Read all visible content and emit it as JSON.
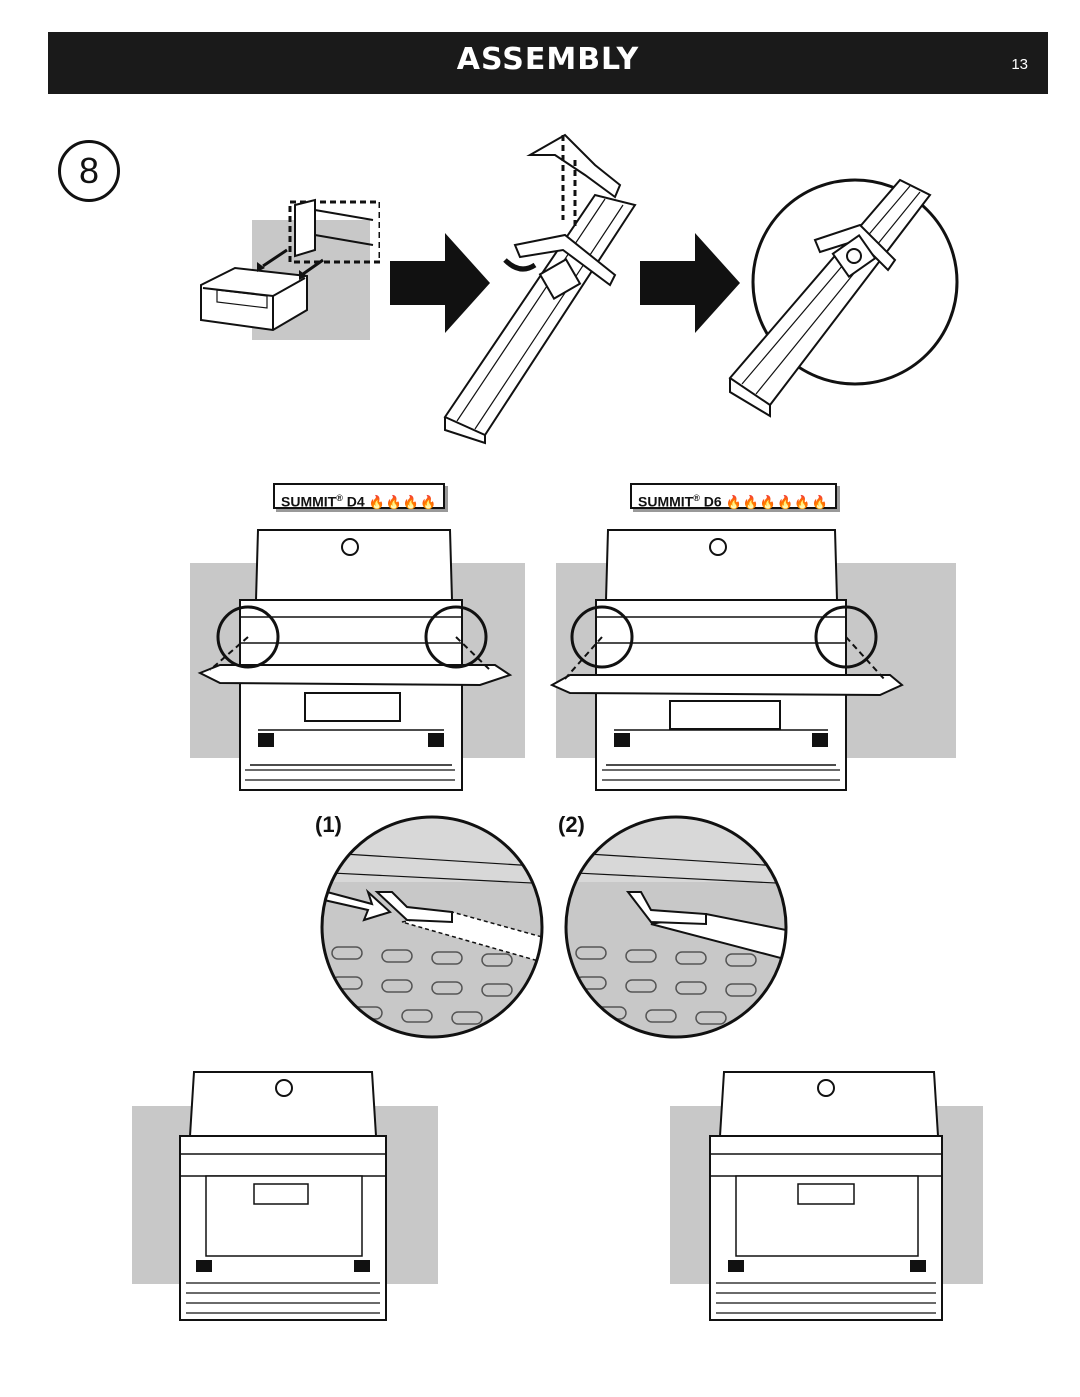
{
  "header": {
    "title": "ASSEMBLY",
    "page_number": "13"
  },
  "step": {
    "number": "8"
  },
  "models": [
    {
      "name": "SUMMIT",
      "registered": "®",
      "variant": "D4",
      "burner_icons": "🔥🔥🔥🔥"
    },
    {
      "name": "SUMMIT",
      "registered": "®",
      "variant": "D6",
      "burner_icons": "🔥🔥🔥🔥🔥🔥"
    }
  ],
  "detail_labels": [
    "(1)",
    "(2)"
  ],
  "icons": {
    "arrow": "right-arrow-icon",
    "rotate": "rotate-arrow-icon",
    "flame": "flame-icon"
  },
  "colors": {
    "header_bg": "#1a1a1a",
    "panel_gray": "#c8c8c8",
    "line": "#111111"
  }
}
